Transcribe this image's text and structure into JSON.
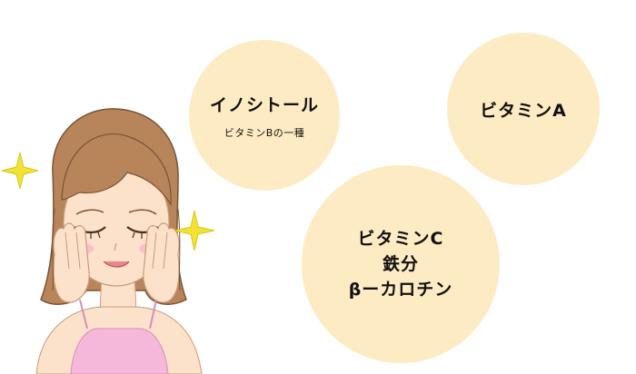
{
  "bubbles": {
    "inositol": {
      "title": "イノシトール",
      "subtitle": "ビタミンBの一種"
    },
    "vitamin_a": {
      "title": "ビタミンA"
    },
    "group_c": {
      "lines": [
        "ビタミンC",
        "鉄分",
        "βーカロチン"
      ]
    }
  },
  "colors": {
    "bubble": "#fdebc3",
    "hair": "#b8845a",
    "skin": "#fde2cb",
    "camisole": "#f5b8da",
    "sparkle": "#f2e233"
  },
  "icons": [
    "sparkle-icon"
  ]
}
